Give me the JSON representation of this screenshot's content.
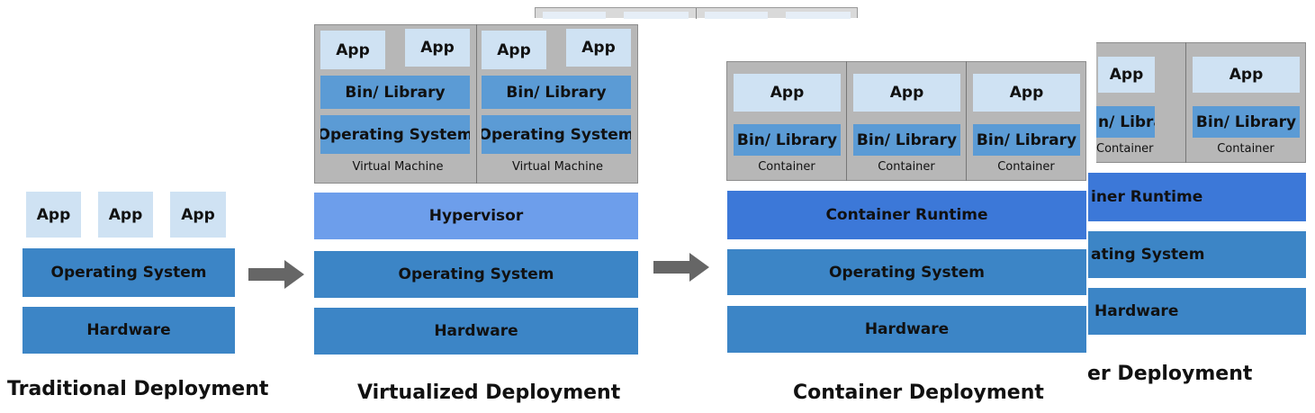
{
  "traditional": {
    "apps": [
      "App",
      "App",
      "App"
    ],
    "os": "Operating System",
    "hardware": "Hardware",
    "title": "Traditional Deployment"
  },
  "virtualized": {
    "vms": [
      {
        "apps": [
          "App",
          "App"
        ],
        "library": "Bin/ Library",
        "os": "Operating System",
        "caption": "Virtual Machine"
      },
      {
        "apps": [
          "App",
          "App"
        ],
        "library": "Bin/ Library",
        "os": "Operating System",
        "caption": "Virtual Machine"
      }
    ],
    "hypervisor": "Hypervisor",
    "os": "Operating System",
    "hardware": "Hardware",
    "title": "Virtualized Deployment"
  },
  "container": {
    "containers": [
      {
        "app": "App",
        "library": "Bin/ Library",
        "caption": "Container"
      },
      {
        "app": "App",
        "library": "Bin/ Library",
        "caption": "Container"
      },
      {
        "app": "App",
        "library": "Bin/ Library",
        "caption": "Container"
      }
    ],
    "runtime": "Container Runtime",
    "os": "Operating System",
    "hardware": "Hardware",
    "title": "Container Deployment"
  },
  "container_partial": {
    "containers": [
      {
        "app": "App",
        "library": "n/ Library",
        "caption": "Container"
      },
      {
        "app": "App",
        "library": "Bin/ Library",
        "caption": "Container"
      }
    ],
    "runtime": "iner Runtime",
    "os": "ating System",
    "hardware": "Hardware",
    "title": "er Deployment"
  },
  "colors": {
    "app": "#cfe2f3",
    "library": "#5b9bd5",
    "os_hardware": "#3c85c6",
    "hypervisor": "#6d9eeb",
    "runtime": "#3c78d8",
    "machine_box": "#b7b7b7",
    "arrow": "#666666"
  },
  "icons": [
    "arrow-right-icon",
    "arrow-right-icon"
  ]
}
